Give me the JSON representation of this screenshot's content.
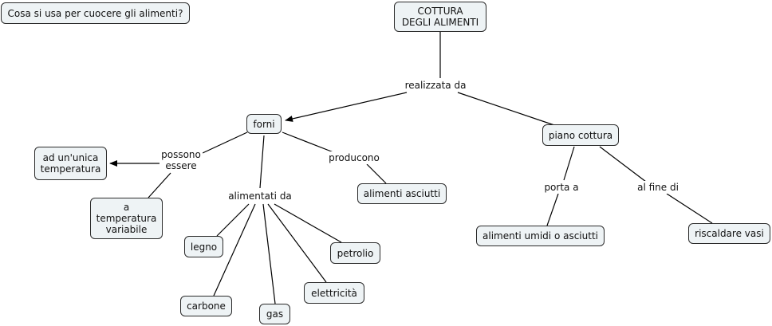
{
  "colors": {
    "node_fill": "#eef3f5",
    "node_border": "#2b2b2b",
    "line": "#000000"
  },
  "question": "Cosa si usa per cuocere gli alimenti?",
  "nodes": {
    "cottura": "COTTURA\nDEGLI ALIMENTI",
    "forni": "forni",
    "piano_cottura": "piano cottura",
    "unica_temp": "ad un'unica\ntemperatura",
    "temp_variabile": "a\ntemperatura\nvariabile",
    "alimenti_asciutti": "alimenti asciutti",
    "legno": "legno",
    "carbone": "carbone",
    "gas": "gas",
    "elettricita": "elettricità",
    "petrolio": "petrolio",
    "alimenti_umidi": "alimenti umidi o asciutti",
    "riscaldare_vasi": "riscaldare vasi"
  },
  "links": {
    "realizzata_da": "realizzata da",
    "possono_essere": "possono\nessere",
    "producono": "producono",
    "alimentati_da": "alimentati da",
    "porta_a": "porta a",
    "al_fine_di": "al fine di"
  }
}
